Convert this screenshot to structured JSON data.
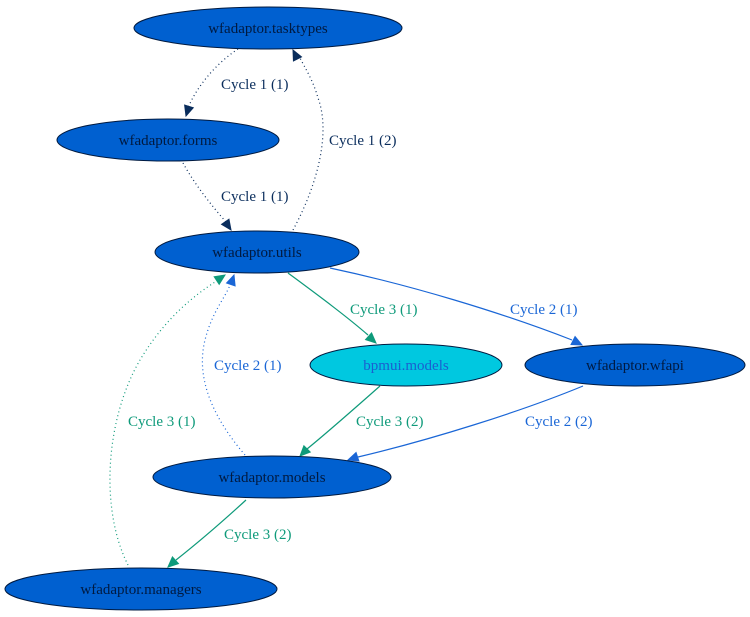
{
  "colors": {
    "node_fill": "#0060d0",
    "node_highlight_fill": "#00c8e0",
    "node_stroke": "#001a40",
    "node_text": "#001a40",
    "node_highlight_text": "#1a5fd0",
    "edge_cycle1": "#0a2d5c",
    "edge_cycle2": "#1a66d6",
    "edge_cycle3": "#0e9a7a"
  },
  "nodes": [
    {
      "id": "tasktypes",
      "label": "wfadaptor.tasktypes",
      "highlight": false
    },
    {
      "id": "forms",
      "label": "wfadaptor.forms",
      "highlight": false
    },
    {
      "id": "utils",
      "label": "wfadaptor.utils",
      "highlight": false
    },
    {
      "id": "bpmui_models",
      "label": "bpmui.models",
      "highlight": true
    },
    {
      "id": "wfapi",
      "label": "wfadaptor.wfapi",
      "highlight": false
    },
    {
      "id": "models",
      "label": "wfadaptor.models",
      "highlight": false
    },
    {
      "id": "managers",
      "label": "wfadaptor.managers",
      "highlight": false
    }
  ],
  "edges": [
    {
      "id": "tasktypes-forms",
      "from": "tasktypes",
      "to": "forms",
      "label": "Cycle 1 (1)",
      "cycle": 1,
      "style": "dotted"
    },
    {
      "id": "forms-utils",
      "from": "forms",
      "to": "utils",
      "label": "Cycle 1 (1)",
      "cycle": 1,
      "style": "dotted"
    },
    {
      "id": "utils-tasktypes",
      "from": "utils",
      "to": "tasktypes",
      "label": "Cycle 1 (2)",
      "cycle": 1,
      "style": "dotted"
    },
    {
      "id": "utils-bpmui",
      "from": "utils",
      "to": "bpmui_models",
      "label": "Cycle 3 (1)",
      "cycle": 3,
      "style": "solid"
    },
    {
      "id": "utils-wfapi",
      "from": "utils",
      "to": "wfapi",
      "label": "Cycle 2 (1)",
      "cycle": 2,
      "style": "solid"
    },
    {
      "id": "bpmui-models",
      "from": "bpmui_models",
      "to": "models",
      "label": "Cycle 3 (2)",
      "cycle": 3,
      "style": "solid"
    },
    {
      "id": "wfapi-models",
      "from": "wfapi",
      "to": "models",
      "label": "Cycle 2 (2)",
      "cycle": 2,
      "style": "solid"
    },
    {
      "id": "models-utils",
      "from": "models",
      "to": "utils",
      "label": "Cycle 2 (1)",
      "cycle": 2,
      "style": "dotted"
    },
    {
      "id": "models-managers",
      "from": "models",
      "to": "managers",
      "label": "Cycle 3 (2)",
      "cycle": 3,
      "style": "solid"
    },
    {
      "id": "managers-utils",
      "from": "managers",
      "to": "utils",
      "label": "Cycle 3 (1)",
      "cycle": 3,
      "style": "dotted"
    }
  ]
}
